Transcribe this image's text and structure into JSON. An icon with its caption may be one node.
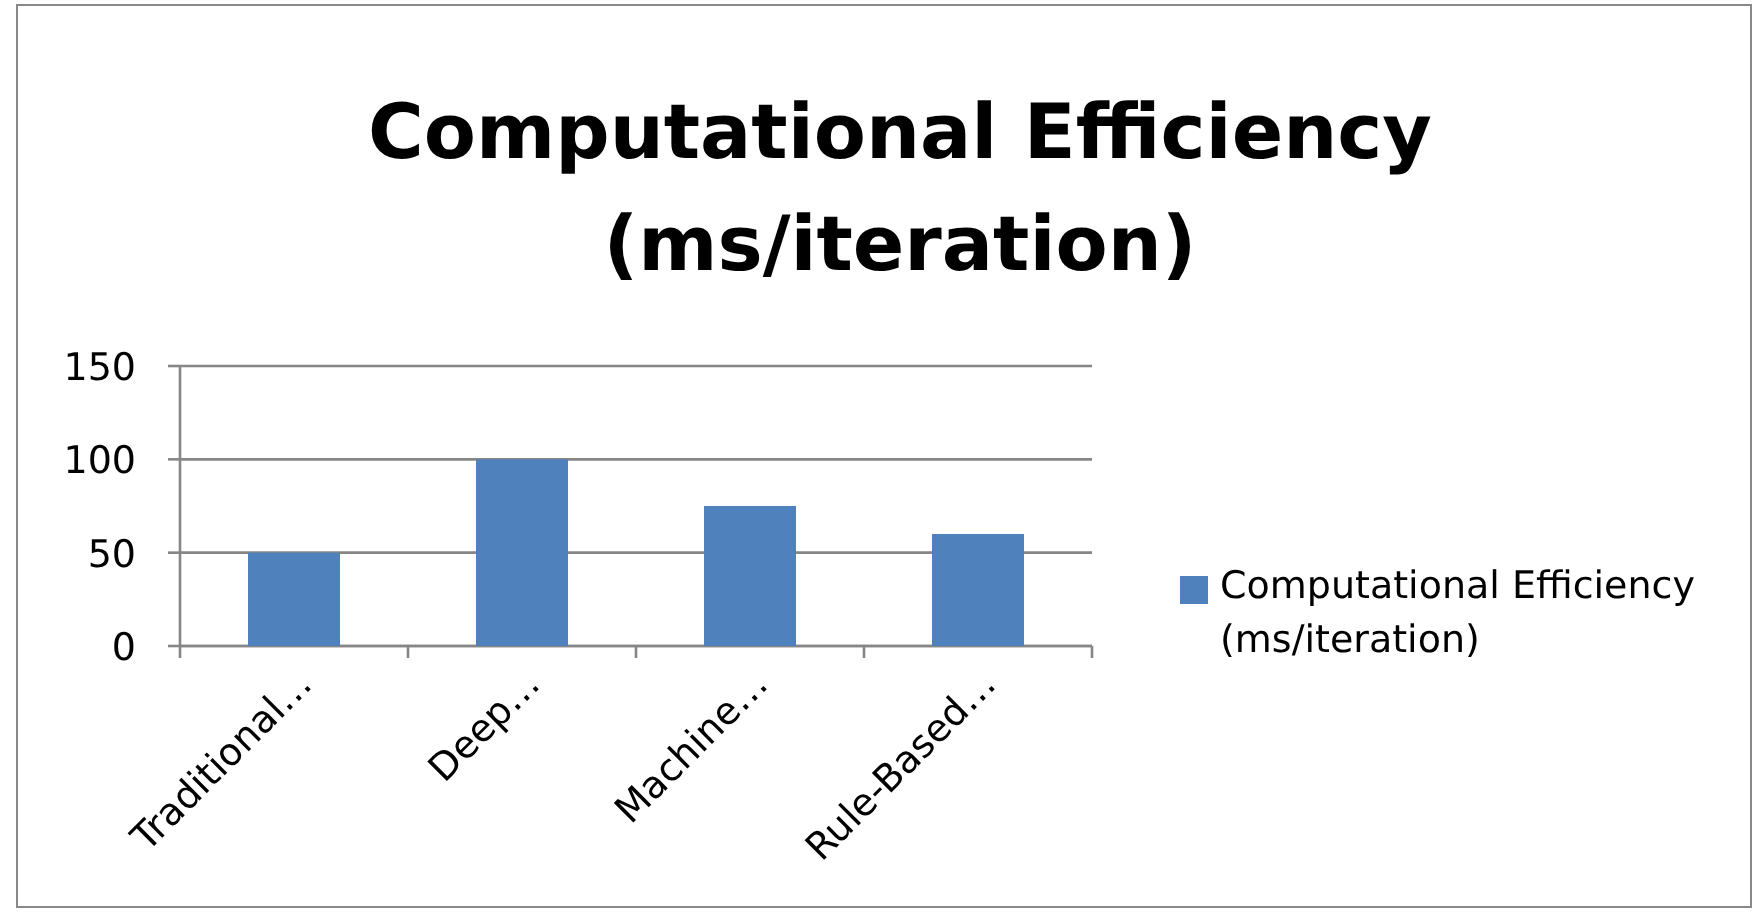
{
  "diagram": {
    "chart_data": {
      "type": "bar",
      "title": "Computational Efficiency (ms/iteration)",
      "categories": [
        "Traditional…",
        "Deep…",
        "Machine…",
        "Rule-Based…"
      ],
      "series": [
        {
          "name": "Computational Efficiency (ms/iteration)",
          "color": "#4f81bd",
          "values": [
            50,
            100,
            75,
            60
          ]
        }
      ],
      "ylim": [
        0,
        150
      ],
      "yticks": [
        0,
        50,
        100,
        150
      ]
    }
  }
}
